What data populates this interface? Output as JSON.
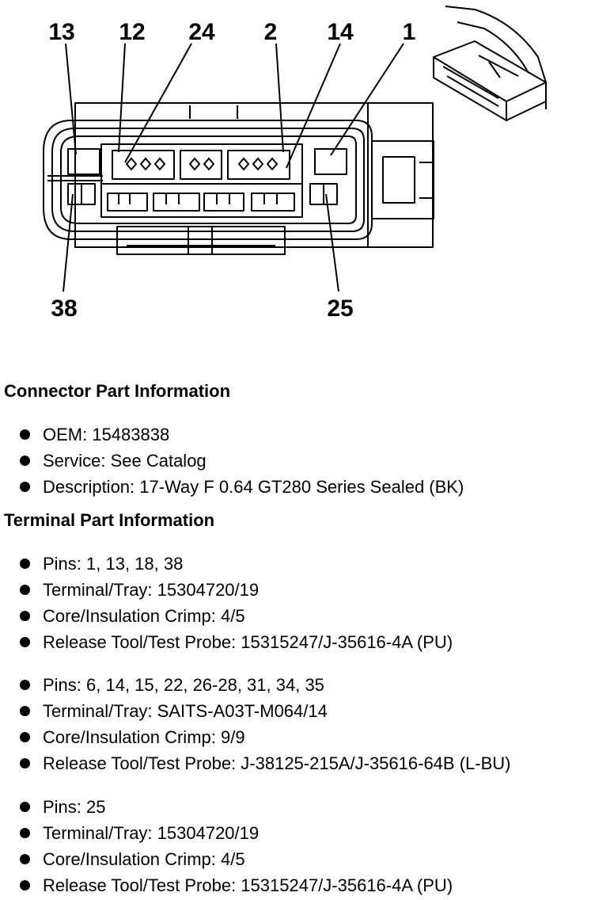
{
  "diagram": {
    "pin_labels": [
      "13",
      "12",
      "24",
      "2",
      "14",
      "1",
      "38",
      "25"
    ]
  },
  "connector": {
    "heading": "Connector Part Information",
    "items": [
      "OEM: 15483838",
      "Service: See Catalog",
      "Description: 17-Way F 0.64 GT280 Series Sealed (BK)"
    ]
  },
  "terminal": {
    "heading": "Terminal Part Information",
    "groups": [
      {
        "items": [
          "Pins: 1, 13, 18, 38",
          "Terminal/Tray: 15304720/19",
          "Core/Insulation Crimp: 4/5",
          "Release Tool/Test Probe: 15315247/J-35616-4A (PU)"
        ]
      },
      {
        "items": [
          "Pins: 6, 14, 15, 22, 26-28, 31, 34, 35",
          "Terminal/Tray: SAITS-A03T-M064/14",
          "Core/Insulation Crimp: 9/9",
          "Release Tool/Test Probe: J-38125-215A/J-35616-64B (L-BU)"
        ]
      },
      {
        "items": [
          "Pins: 25",
          "Terminal/Tray: 15304720/19",
          "Core/Insulation Crimp: 4/5",
          "Release Tool/Test Probe: 15315247/J-35616-4A (PU)"
        ]
      }
    ]
  }
}
